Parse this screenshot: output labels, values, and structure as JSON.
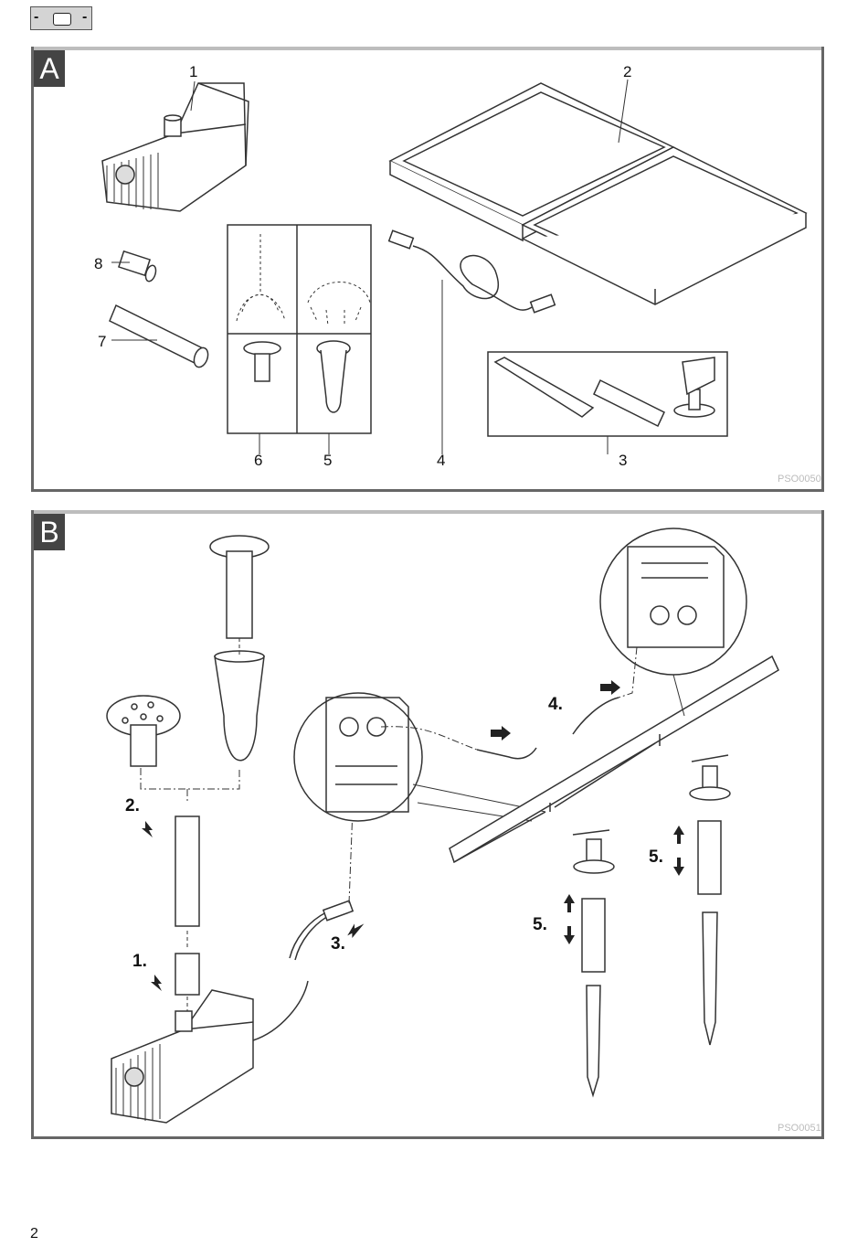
{
  "header": {
    "left_symbol": "-",
    "right_symbol": "-"
  },
  "panel_a": {
    "letter": "A",
    "labels": [
      "1",
      "2",
      "3",
      "4",
      "5",
      "6",
      "7",
      "8"
    ],
    "ref": "PSO0050"
  },
  "panel_b": {
    "letter": "B",
    "steps": [
      "1.",
      "2.",
      "3.",
      "4.",
      "5.",
      "5."
    ],
    "ref": "PSO0051"
  },
  "page_number": "2"
}
